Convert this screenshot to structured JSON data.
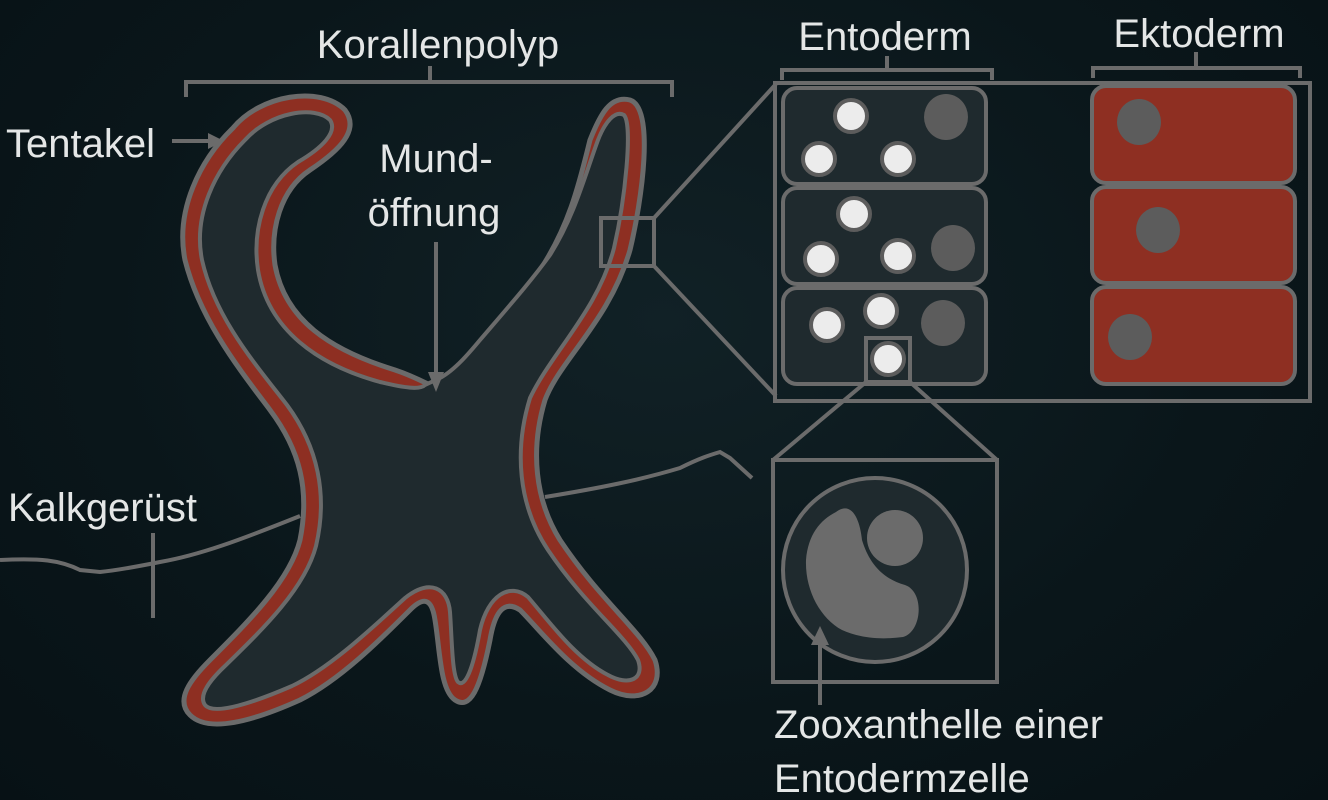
{
  "diagram": {
    "title_label": "Korallenpolyp",
    "labels": {
      "tentacle": "Tentakel",
      "mouth_line1": "Mund-",
      "mouth_line2": "öffnung",
      "skeleton": "Kalkgerüst",
      "entoderm": "Entoderm",
      "ektoderm": "Ektoderm",
      "zoox_line1": "Zooxanthelle einer",
      "zoox_line2": "Entodermzelle"
    },
    "colors": {
      "background": "#0a161a",
      "tissue_fill": "#1f2a2e",
      "ektoderm_red": "#8e2f22",
      "outline_gray": "#6b6b6b",
      "zooxanthella_white": "#ececec",
      "nucleus_gray": "#5c5c5c",
      "text": "#e4e6e6"
    },
    "entoderm_cells": [
      {
        "zooxanthellae": 3,
        "nucleus": true
      },
      {
        "zooxanthellae": 3,
        "nucleus": true
      },
      {
        "zooxanthellae": 3,
        "nucleus": true
      }
    ],
    "ektoderm_cells": 3
  }
}
